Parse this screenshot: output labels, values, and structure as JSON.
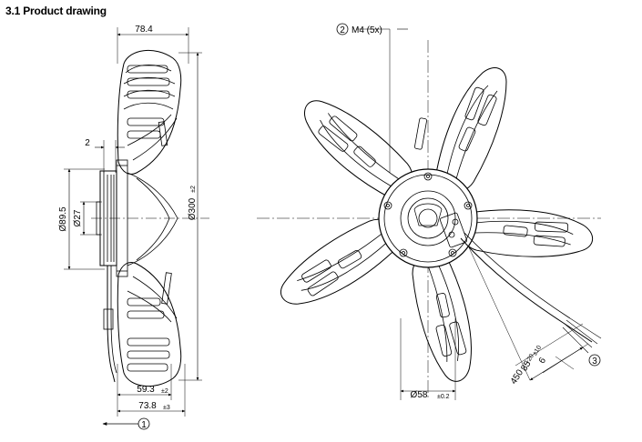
{
  "heading": "3.1 Product drawing",
  "side_view": {
    "dim_width": "78.4",
    "dim_gap": "2",
    "dim_d_outer": "Ø89.5",
    "dim_d_inner": "Ø27",
    "dim_diameter": "Ø300",
    "dim_diameter_tol": "±2",
    "dim_depth1": "59.3",
    "dim_depth1_tol": "±2",
    "dim_depth2": "73.8",
    "dim_depth2_tol": "±3",
    "callout_airflow": "1"
  },
  "front_view": {
    "callout_screw": "2",
    "screw_label": "M4 (5x)",
    "dim_hub": "Ø58",
    "dim_hub_tol": "±0.2",
    "cable_dim_6": "6",
    "cable_dim_85": "85",
    "cable_dim_85_tol": "±10",
    "cable_dim_450": "450",
    "cable_dim_450_tol": "+20",
    "callout_cable": "3"
  },
  "colors": {
    "line": "#000000",
    "fill": "#ffffff"
  }
}
